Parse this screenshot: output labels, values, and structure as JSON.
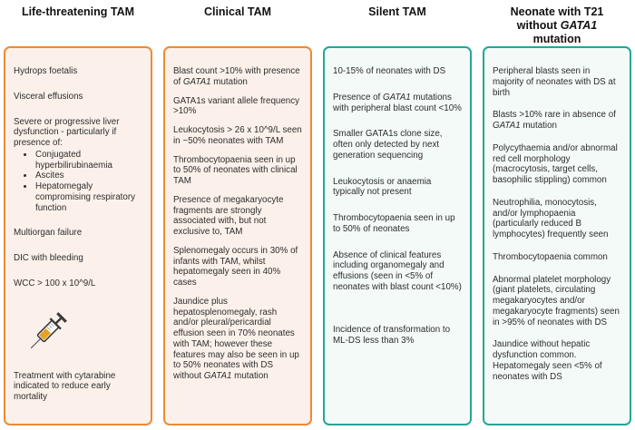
{
  "colors": {
    "orange_border": "#EE8A33",
    "orange_bg": "#FBF1EA",
    "teal_border": "#23A696",
    "teal_bg": "#F4FAF8",
    "body_text": "#2d2d2d",
    "heading_text": "#121212",
    "syringe_liquid": "#E8A125",
    "syringe_outline": "#3a3a3a"
  },
  "columns": [
    {
      "id": "life-threatening-tam",
      "theme": "orange",
      "gap": "lg16",
      "title": [
        {
          "text": "Life-threatening TAM"
        }
      ],
      "items": [
        {
          "type": "para",
          "segments": [
            {
              "text": "Hydrops foetalis"
            }
          ]
        },
        {
          "type": "para",
          "segments": [
            {
              "text": "Visceral effusions"
            }
          ]
        },
        {
          "type": "para",
          "segments": [
            {
              "text": "Severe or progressive liver dysfunction - particularly if presence of:"
            }
          ],
          "bullets": [
            [
              {
                "text": "Conjugated hyperbilirubinaemia"
              }
            ],
            [
              {
                "text": "Ascites"
              }
            ],
            [
              {
                "text": "Hepatomegaly compromising respiratory function"
              }
            ]
          ]
        },
        {
          "type": "para",
          "segments": [
            {
              "text": "Multiorgan failure"
            }
          ]
        },
        {
          "type": "para",
          "segments": [
            {
              "text": "DIC with bleeding"
            }
          ]
        },
        {
          "type": "para",
          "segments": [
            {
              "text": "WCC > 100 x 10^9/L"
            }
          ]
        },
        {
          "type": "icon",
          "icon": "syringe-icon"
        },
        {
          "type": "para",
          "segments": [
            {
              "text": "Treatment with cytarabine indicated to reduce early mortality"
            }
          ]
        }
      ]
    },
    {
      "id": "clinical-tam",
      "theme": "orange",
      "gap": "sm",
      "title": [
        {
          "text": "Clinical TAM"
        }
      ],
      "items": [
        {
          "type": "para",
          "segments": [
            {
              "text": "Blast count >10% with presence of "
            },
            {
              "text": "GATA1",
              "italic": true
            },
            {
              "text": " mutation"
            }
          ]
        },
        {
          "type": "para",
          "segments": [
            {
              "text": "GATA1s variant allele frequency >10%"
            }
          ]
        },
        {
          "type": "para",
          "segments": [
            {
              "text": "Leukocytosis > 26 x 10^9/L seen in ~50% neonates with TAM"
            }
          ]
        },
        {
          "type": "para",
          "segments": [
            {
              "text": "Thrombocytopaenia seen in up to 50% of neonates with clinical TAM"
            }
          ]
        },
        {
          "type": "para",
          "segments": [
            {
              "text": "Presence of megakaryocyte fragments are strongly associated with, but not exclusive to, TAM"
            }
          ]
        },
        {
          "type": "para",
          "segments": [
            {
              "text": "Splenomegaly occurs in 30% of infants with TAM, whilst hepatomegaly seen in 40% cases"
            }
          ]
        },
        {
          "type": "para",
          "segments": [
            {
              "text": "Jaundice plus hepatosplenomegaly, rash and/or pleural/pericardial effusion seen in 70% neonates with TAM; however these features may also be seen in up to 50% neonates with DS without "
            },
            {
              "text": "GATA1",
              "italic": true
            },
            {
              "text": " mutation"
            }
          ]
        }
      ]
    },
    {
      "id": "silent-tam",
      "theme": "teal",
      "gap": "lg",
      "title": [
        {
          "text": "Silent TAM"
        }
      ],
      "items": [
        {
          "type": "para",
          "segments": [
            {
              "text": "10-15% of neonates with DS"
            }
          ]
        },
        {
          "type": "para",
          "segments": [
            {
              "text": "Presence of "
            },
            {
              "text": "GATA1",
              "italic": true
            },
            {
              "text": " mutations with peripheral blast count <10%"
            }
          ]
        },
        {
          "type": "para",
          "segments": [
            {
              "text": "Smaller GATA1s clone size, often only detected by next generation sequencing"
            }
          ]
        },
        {
          "type": "para",
          "segments": [
            {
              "text": "Leukocytosis or anaemia typically not present"
            }
          ]
        },
        {
          "type": "para",
          "segments": [
            {
              "text": "Thrombocytopaenia seen in up to 50% of neonates"
            }
          ]
        },
        {
          "type": "para",
          "segments": [
            {
              "text": "Absence of clinical features including organomegaly and effusions (seen in <5% of neonates with blast count <10%)"
            }
          ]
        },
        {
          "type": "para",
          "space_before": true,
          "segments": [
            {
              "text": "Incidence of transformation to ML-DS less than 3%"
            }
          ]
        }
      ]
    },
    {
      "id": "neonate-t21-without-gata1",
      "theme": "teal",
      "gap": "md",
      "title": [
        {
          "text": "Neonate with T21"
        },
        {
          "break": true
        },
        {
          "text": "without "
        },
        {
          "text": "GATA1",
          "italic": true
        },
        {
          "break": true
        },
        {
          "text": "mutation"
        }
      ],
      "items": [
        {
          "type": "para",
          "segments": [
            {
              "text": "Peripheral blasts seen in majority of neonates with DS at birth"
            }
          ]
        },
        {
          "type": "para",
          "segments": [
            {
              "text": "Blasts >10% rare in absence of "
            },
            {
              "text": "GATA1",
              "italic": true
            },
            {
              "text": " mutation"
            }
          ]
        },
        {
          "type": "para",
          "segments": [
            {
              "text": "Polycythaemia and/or abnormal red cell morphology (macrocytosis, target cells, basophilic stippling) common"
            }
          ]
        },
        {
          "type": "para",
          "segments": [
            {
              "text": "Neutrophilia, monocytosis, and/or lymphopaenia (particularly reduced B lymphocytes) frequently seen"
            }
          ]
        },
        {
          "type": "para",
          "segments": [
            {
              "text": "Thrombocytopaenia common"
            }
          ]
        },
        {
          "type": "para",
          "segments": [
            {
              "text": "Abnormal platelet morphology (giant platelets, circulating megakaryocytes and/or megakaryocyte fragments) seen in >95% of neonates with DS"
            }
          ]
        },
        {
          "type": "para",
          "segments": [
            {
              "text": "Jaundice without hepatic dysfunction common. Hepatomegaly seen <5% of neonates with DS"
            }
          ]
        }
      ]
    }
  ]
}
